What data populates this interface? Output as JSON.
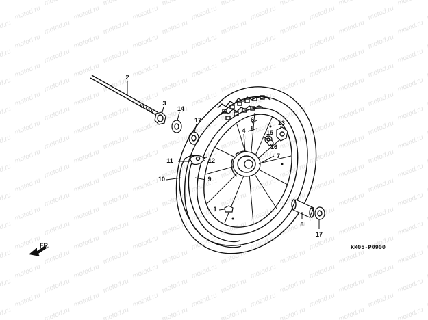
{
  "watermark": "motod.ru",
  "diagram_code": "KK05-P0900",
  "direction_label": "FR.",
  "callouts": [
    {
      "id": "c1",
      "text": "1"
    },
    {
      "id": "c2",
      "text": "2"
    },
    {
      "id": "c3",
      "text": "3"
    },
    {
      "id": "c4",
      "text": "4"
    },
    {
      "id": "c5",
      "text": "5"
    },
    {
      "id": "c6",
      "text": "6"
    },
    {
      "id": "c7",
      "text": "7"
    },
    {
      "id": "c8",
      "text": "8"
    },
    {
      "id": "c9",
      "text": "9"
    },
    {
      "id": "c10",
      "text": "10"
    },
    {
      "id": "c11",
      "text": "11"
    },
    {
      "id": "c12",
      "text": "12"
    },
    {
      "id": "c13",
      "text": "13"
    },
    {
      "id": "c14",
      "text": "14"
    },
    {
      "id": "c15",
      "text": "15"
    },
    {
      "id": "c16",
      "text": "16"
    },
    {
      "id": "c17a",
      "text": "17"
    },
    {
      "id": "c17b",
      "text": "17"
    }
  ]
}
